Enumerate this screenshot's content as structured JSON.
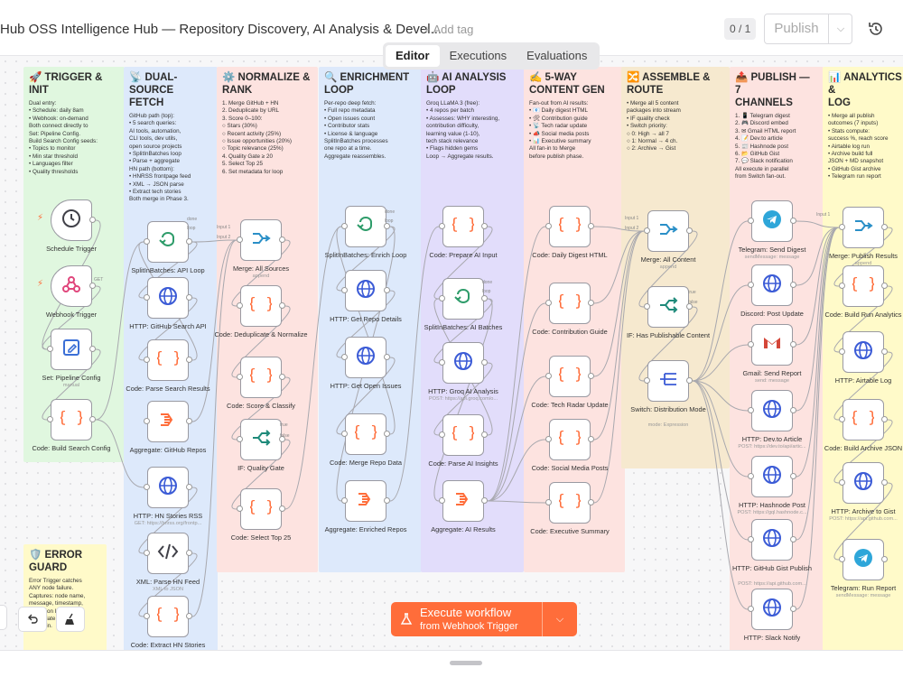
{
  "header": {
    "title": "Hub OSS Intelligence Hub — Repository Discovery, AI Analysis & Devel...",
    "add_tag": "+ Add tag",
    "counter": "0 / 1",
    "publish": "Publish"
  },
  "tabs": [
    {
      "label": "Editor"
    },
    {
      "label": "Executions"
    },
    {
      "label": "Evaluations"
    }
  ],
  "execute": {
    "label": "Execute workflow",
    "sub": "from Webhook Trigger"
  },
  "colors": {
    "accent": "#ff6d3a",
    "green_note": "#e0f7df",
    "blue_note": "#dde9fb",
    "red_note": "#fde3e0",
    "purple_note": "#e2ddfb",
    "tan_note": "#f6e9cf",
    "yellow_note": "#fffac9"
  },
  "notes": [
    {
      "title": "🚀 TRIGGER & INIT",
      "body": "Dual entry:\n  • Schedule: daily 8am\n  • Webhook: on-demand\nBoth connect directly to\nSet: Pipeline Config.\nBuild Search Config seeds:\n  • Topics to monitor\n  • Min star threshold\n  • Languages filter\n  • Quality thresholds"
    },
    {
      "title": "📡 DUAL-SOURCE\nFETCH",
      "body": "GitHub path (top):\n  • 5 search queries:\n    AI tools, automation,\n    CLI tools, dev utils,\n    open source projects\n  • SplitInBatches loop\n  • Parse + aggregate\nHN path (bottom):\n  • HNRSS frontpage feed\n  • XML → JSON parse\n  • Extract tech stories\nBoth merge in Phase 3."
    },
    {
      "title": "⚙️ NORMALIZE &\nRANK",
      "body": "1. Merge GitHub + HN\n2. Deduplicate by URL\n3. Score 0–100:\n    ○ Stars (30%)\n    ○ Recent activity (25%)\n    ○ Issue opportunities (20%)\n    ○ Topic relevance (25%)\n4. Quality Gate ≥ 20\n5. Select Top 25\n6. Set metadata for loop"
    },
    {
      "title": "🔍 ENRICHMENT\nLOOP",
      "body": "Per-repo deep fetch:\n  • Full repo metadata\n  • Open issues count\n  • Contributor stats\n  • License & language\nSplitInBatches processes\none repo at a time.\nAggregate reassembles."
    },
    {
      "title": "🤖 AI ANALYSIS\nLOOP",
      "body": "Groq LLaMA 3 (free):\n  • 4 repos per batch\n  • Assesses: WHY interesting,\n    contribution difficulty,\n    learning value (1-10),\n    tech stack relevance\n  • Flags hidden gems\nLoop → Aggregate results."
    },
    {
      "title": "✍️ 5-WAY\nCONTENT GEN",
      "body": "Fan-out from AI results:\n  • 📧 Daily digest HTML\n  • 🛠 Contribution guide\n  • 📡 Tech radar update\n  • 📣 Social media posts\n  • 📊 Executive summary\nAll fan-in to Merge\nbefore publish phase."
    },
    {
      "title": "🔀 ASSEMBLE &\nROUTE",
      "body": "  • Merge all 5 content\n    packages into stream\n  • IF quality check\n  • Switch priority:\n    ○ 0: High → all 7\n    ○ 1: Normal → 4 ch.\n    ○ 2: Archive → Gist"
    },
    {
      "title": "📤 PUBLISH — 7\nCHANNELS",
      "body": "1. 📱 Telegram digest\n2. 🎮 Discord embed\n3. ✉ Gmail HTML report\n4. 📝 Dev.to article\n5. 📰 Hashnode post\n6. 📂 GitHub Gist\n7. 💬 Slack notification\nAll execute in parallel\nfrom Switch fan-out."
    },
    {
      "title": "📊 ANALYTICS &\nLOG",
      "body": "  • Merge all publish\n    outcomes (7 inputs)\n  • Stats compute:\n    success %, reach score\n  • Airtable log run\n  • Archive build full\n    JSON + MD snapshot\n  • GitHub Gist archive\n  • Telegram run report"
    },
    {
      "title": "🛡️ ERROR\nGUARD",
      "body": "Error Trigger catches\nANY node failure.\nCaptures: node name,\nmessage, timestamp,\nexecution ID.\nImmediate Gmail alert\nto admin."
    }
  ],
  "nodes": [
    {
      "label": "Schedule Trigger",
      "sub": "",
      "icon": "clock-icon"
    },
    {
      "label": "Webhook Trigger",
      "sub": "",
      "icon": "webhook-icon"
    },
    {
      "label": "Set: Pipeline Config",
      "sub": "manual",
      "icon": "pencil-icon"
    },
    {
      "label": "Code: Build Search Config",
      "sub": "",
      "icon": "code-braces-icon"
    },
    {
      "label": "SplitInBatches: API Loop",
      "sub": "",
      "icon": "loop-icon"
    },
    {
      "label": "HTTP: GitHub Search API",
      "sub": "",
      "icon": "globe-icon"
    },
    {
      "label": "Code: Parse Search Results",
      "sub": "",
      "icon": "code-braces-icon"
    },
    {
      "label": "Aggregate: GitHub Repos",
      "sub": "",
      "icon": "aggregate-icon"
    },
    {
      "label": "HTTP: HN Stories RSS",
      "sub": "GET: https://hnrss.org/frontp...",
      "icon": "globe-icon"
    },
    {
      "label": "XML: Parse HN Feed",
      "sub": "XML to JSON",
      "icon": "xml-icon"
    },
    {
      "label": "Code: Extract HN Stories",
      "sub": "",
      "icon": "code-braces-icon"
    },
    {
      "label": "Merge: All Sources",
      "sub": "append",
      "icon": "merge-icon"
    },
    {
      "label": "Code: Deduplicate & Normalize",
      "sub": "",
      "icon": "code-braces-icon"
    },
    {
      "label": "Code: Score & Classify",
      "sub": "",
      "icon": "code-braces-icon"
    },
    {
      "label": "IF: Quality Gate",
      "sub": "",
      "icon": "if-branch-icon"
    },
    {
      "label": "Code: Select Top 25",
      "sub": "",
      "icon": "code-braces-icon"
    },
    {
      "label": "SplitInBatches: Enrich Loop",
      "sub": "",
      "icon": "loop-icon"
    },
    {
      "label": "HTTP: Get Repo Details",
      "sub": "",
      "icon": "globe-icon"
    },
    {
      "label": "HTTP: Get Open Issues",
      "sub": "",
      "icon": "globe-icon"
    },
    {
      "label": "Code: Merge Repo Data",
      "sub": "",
      "icon": "code-braces-icon"
    },
    {
      "label": "Aggregate: Enriched Repos",
      "sub": "",
      "icon": "aggregate-icon"
    },
    {
      "label": "Code: Prepare AI Input",
      "sub": "",
      "icon": "code-braces-icon"
    },
    {
      "label": "SplitInBatches: AI Batches",
      "sub": "",
      "icon": "loop-icon"
    },
    {
      "label": "HTTP: Groq AI Analysis",
      "sub": "POST: https://api.groq.com/o...",
      "icon": "globe-icon"
    },
    {
      "label": "Code: Parse AI Insights",
      "sub": "",
      "icon": "code-braces-icon"
    },
    {
      "label": "Aggregate: AI Results",
      "sub": "",
      "icon": "aggregate-icon"
    },
    {
      "label": "Code: Daily Digest HTML",
      "sub": "",
      "icon": "code-braces-icon"
    },
    {
      "label": "Code: Contribution Guide",
      "sub": "",
      "icon": "code-braces-icon"
    },
    {
      "label": "Code: Tech Radar Update",
      "sub": "",
      "icon": "code-braces-icon"
    },
    {
      "label": "Code: Social Media Posts",
      "sub": "",
      "icon": "code-braces-icon"
    },
    {
      "label": "Code: Executive Summary",
      "sub": "",
      "icon": "code-braces-icon"
    },
    {
      "label": "Merge: All Content",
      "sub": "append",
      "icon": "merge-icon"
    },
    {
      "label": "IF: Has Publishable Content",
      "sub": "",
      "icon": "if-branch-icon"
    },
    {
      "label": "Switch: Distribution Mode",
      "sub": "mode: Expression",
      "icon": "switch-icon"
    },
    {
      "label": "Telegram: Send Digest",
      "sub": "sendMessage: message",
      "icon": "telegram-icon"
    },
    {
      "label": "Discord: Post Update",
      "sub": "",
      "icon": "globe-icon"
    },
    {
      "label": "Gmail: Send Report",
      "sub": "send: message",
      "icon": "gmail-icon"
    },
    {
      "label": "HTTP: Dev.to Article",
      "sub": "POST: https://dev.to/api/artic...",
      "icon": "globe-icon"
    },
    {
      "label": "HTTP: Hashnode Post",
      "sub": "POST: https://gql.hashnode.c...",
      "icon": "globe-icon"
    },
    {
      "label": "HTTP: GitHub Gist Publish",
      "sub": "POST: https://api.github.com...",
      "icon": "globe-icon"
    },
    {
      "label": "HTTP: Slack Notify",
      "sub": "",
      "icon": "globe-icon"
    },
    {
      "label": "Merge: Publish Results",
      "sub": "append",
      "icon": "merge-icon"
    },
    {
      "label": "Code: Build Run Analytics",
      "sub": "",
      "icon": "code-braces-icon"
    },
    {
      "label": "HTTP: Airtable Log",
      "sub": "",
      "icon": "globe-icon"
    },
    {
      "label": "Code: Build Archive JSON",
      "sub": "",
      "icon": "code-braces-icon"
    },
    {
      "label": "HTTP: Archive to Gist",
      "sub": "POST: https://api.github.com...",
      "icon": "globe-icon"
    },
    {
      "label": "Telegram: Run Report",
      "sub": "sendMessage: message",
      "icon": "telegram-icon"
    }
  ],
  "pin_labels": {
    "done": "done",
    "loop": "loop",
    "true": "true",
    "false": "false",
    "input1": "Input 1",
    "input2": "Input 2",
    "get": "GET"
  }
}
